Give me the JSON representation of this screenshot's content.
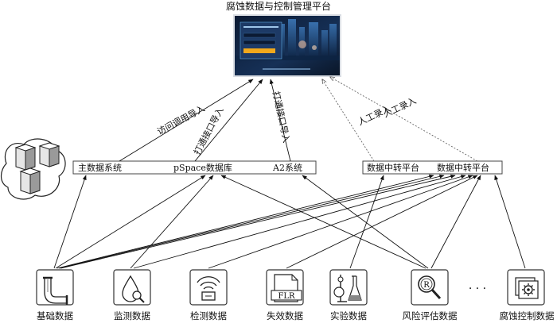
{
  "title": "腐蚀数据与控制管理平台",
  "system_bar": {
    "items": [
      "主数据系统",
      "pSpace数据库",
      "A2系统"
    ]
  },
  "transfer_bar": {
    "items": [
      "数据中转平台",
      "数据中转平台"
    ]
  },
  "edge_labels": {
    "visit_import": "访问调用导入",
    "interface_import_left": "打通接口导入",
    "interface_import_right": "打通接口导入",
    "manual_entry_1": "人工录入",
    "manual_entry_2": "人工录入"
  },
  "sources": [
    {
      "label": "基础数据",
      "icon": "pipe-icon"
    },
    {
      "label": "监测数据",
      "icon": "monitor-drop-icon"
    },
    {
      "label": "检测数据",
      "icon": "ultrasonic-icon"
    },
    {
      "label": "失效数据",
      "icon": "flr-document-icon",
      "icon_text": "FLR"
    },
    {
      "label": "实验数据",
      "icon": "lab-flask-icon"
    },
    {
      "label": "风险评估数据",
      "icon": "risk-magnifier-icon",
      "icon_text": "R"
    },
    {
      "label": "腐蚀控制数据",
      "icon": "control-gear-icon"
    }
  ],
  "ellipsis": "· · ·",
  "screen_preview": {
    "colors": {
      "dark": "#0b1a33",
      "panel": "#1d3a66",
      "accent": "#f0a81c",
      "light": "#5fa8e0"
    }
  }
}
